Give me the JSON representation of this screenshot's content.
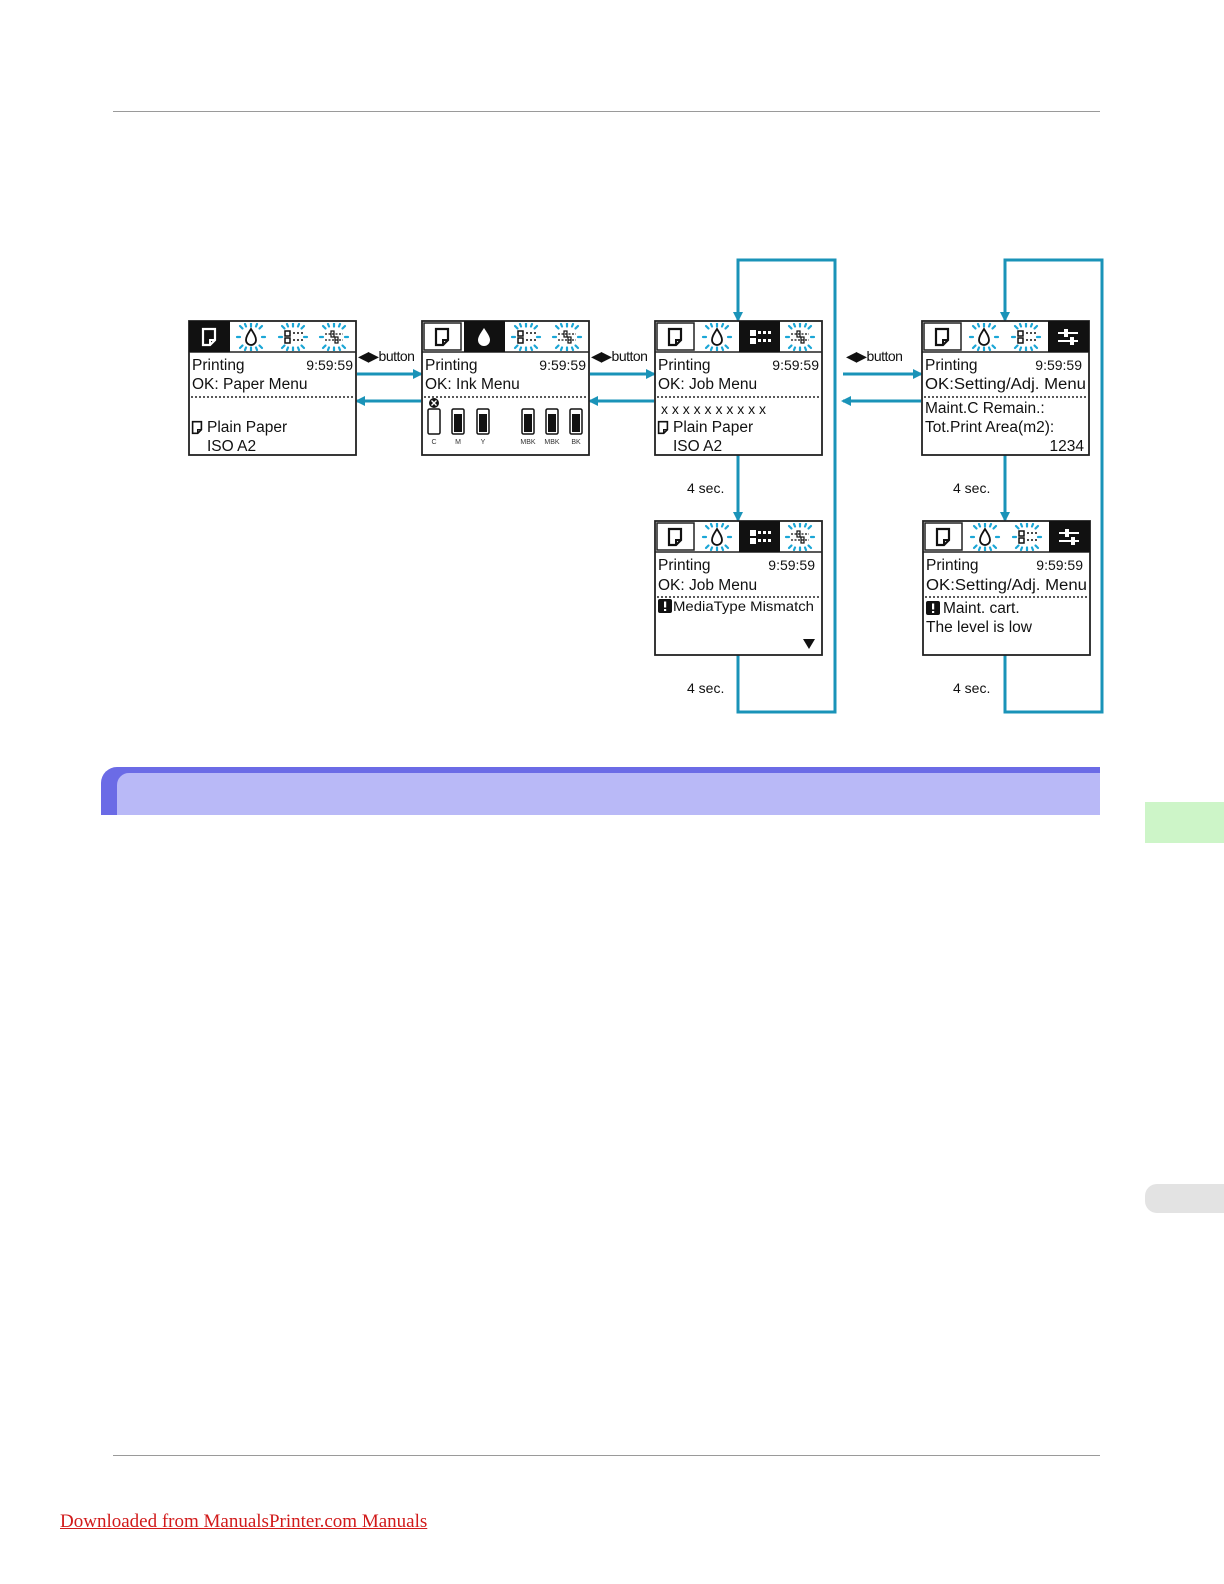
{
  "page": {
    "footer_link": "Downloaded from ManualsPrinter.com Manuals"
  },
  "diagram": {
    "button_label": "◀▶button",
    "delay_label": "4 sec.",
    "screens": {
      "paper": {
        "status": "Printing",
        "time": "9:59:59",
        "menu": "OK: Paper Menu",
        "line1": "Plain Paper",
        "line2": "ISO A2",
        "active_icon": "paper-icon"
      },
      "ink": {
        "status": "Printing",
        "time": "9:59:59",
        "menu": "OK: Ink Menu",
        "ink_labels": [
          "C",
          "M",
          "Y",
          "MBK",
          "MBK",
          "BK"
        ],
        "active_icon": "ink-drop-icon"
      },
      "job": {
        "status": "Printing",
        "time": "9:59:59",
        "menu": "OK: Job Menu",
        "line0": "x x x x x x x x x x",
        "line1": "Plain Paper",
        "line2": "ISO A2",
        "active_icon": "job-list-icon"
      },
      "setting": {
        "status": "Printing",
        "time": "9:59:59",
        "menu": "OK:Setting/Adj. Menu",
        "line1": "Maint.C Remain.:",
        "line2": "Tot.Print Area(m2):",
        "line3": "1234",
        "active_icon": "settings-slider-icon"
      },
      "job_warn": {
        "status": "Printing",
        "time": "9:59:59",
        "menu": "OK: Job Menu",
        "warning": "MediaType Mismatch",
        "warning_icon": "warning-icon",
        "scroll_icon": "down-triangle-icon"
      },
      "setting_warn": {
        "status": "Printing",
        "time": "9:59:59",
        "menu": "OK:Setting/Adj. Menu",
        "line1": "Maint. cart.",
        "line2": "The level is low",
        "warning_icon": "warning-icon"
      }
    }
  },
  "colors": {
    "arrow": "#1a93b8",
    "glow": "#1aa6d6",
    "screen_border": "#222222",
    "banner_dark": "#6b6be6",
    "banner_light": "#b9b9f7",
    "side_tab": "#cdf5c8",
    "footer": "#d11a1a"
  }
}
